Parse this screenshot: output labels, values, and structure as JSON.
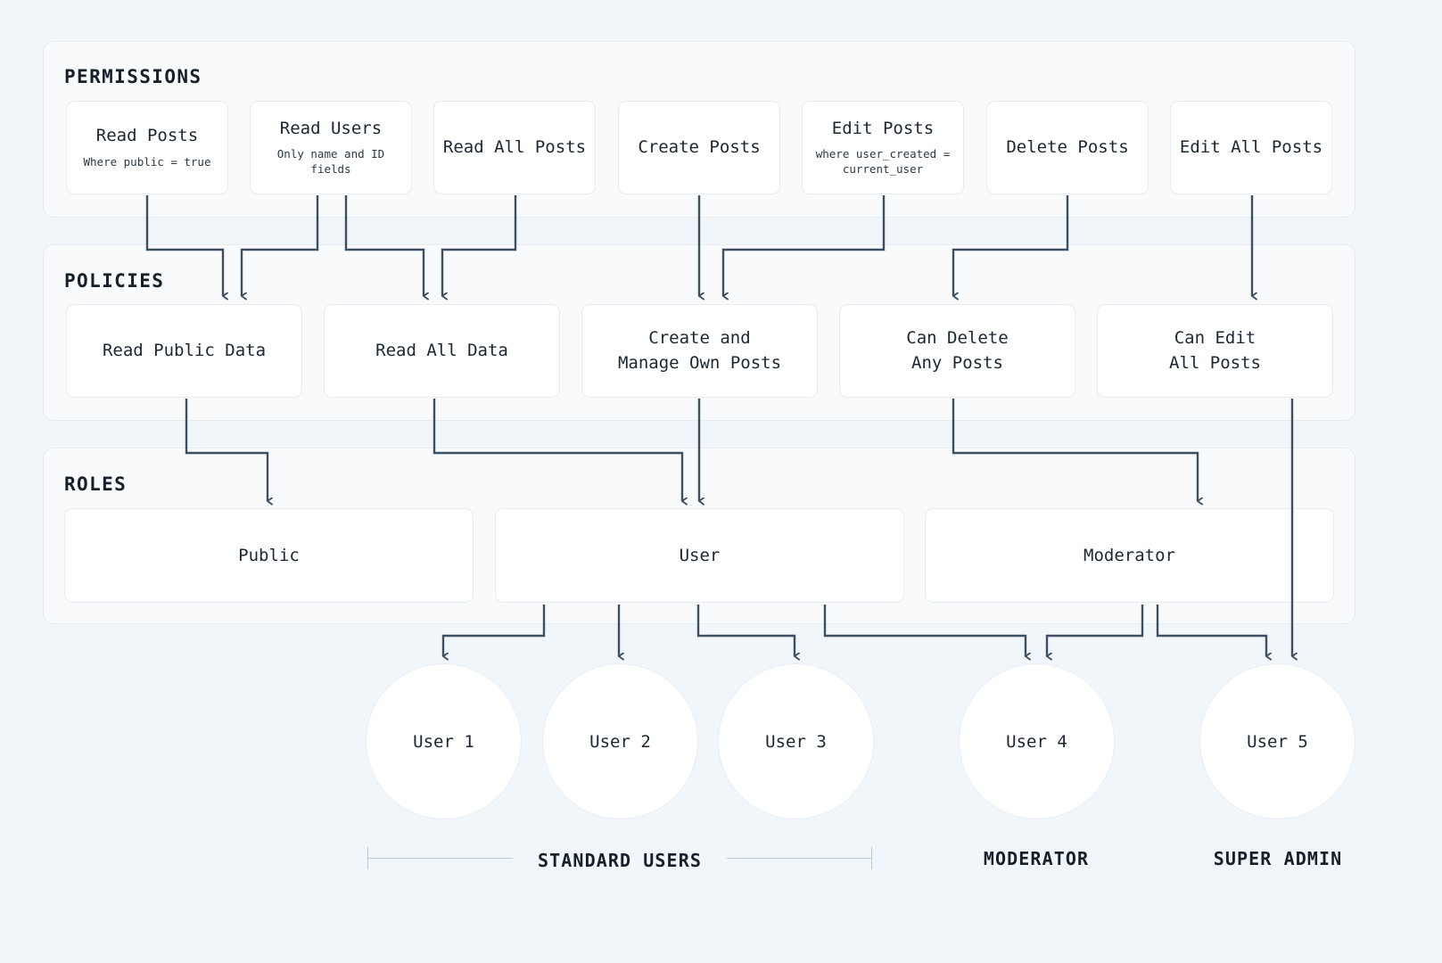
{
  "page": {
    "background": "#f1f6fa",
    "section_bg": "#f8fafc",
    "card_bg": "#ffffff",
    "line_color": "#3d4f62",
    "text_color": "#1b2733"
  },
  "sections": [
    {
      "id": "permissions",
      "title": "PERMISSIONS"
    },
    {
      "id": "policies",
      "title": "POLICIES"
    },
    {
      "id": "roles",
      "title": "ROLES"
    }
  ],
  "permissions": [
    {
      "title": "Read Posts",
      "subtitle": "Where public = true"
    },
    {
      "title": "Read Users",
      "subtitle": "Only name and ID fields"
    },
    {
      "title": "Read All Posts",
      "subtitle": ""
    },
    {
      "title": "Create Posts",
      "subtitle": ""
    },
    {
      "title": "Edit Posts",
      "subtitle": "where user_created =\ncurrent_user"
    },
    {
      "title": "Delete Posts",
      "subtitle": ""
    },
    {
      "title": "Edit All Posts",
      "subtitle": ""
    }
  ],
  "policies": [
    {
      "title": "Read Public Data"
    },
    {
      "title": "Read All Data"
    },
    {
      "title": "Create and\nManage Own Posts"
    },
    {
      "title": "Can Delete\nAny Posts"
    },
    {
      "title": "Can Edit\nAll Posts"
    }
  ],
  "roles": [
    {
      "title": "Public"
    },
    {
      "title": "User"
    },
    {
      "title": "Moderator"
    }
  ],
  "users": [
    {
      "label": "User 1"
    },
    {
      "label": "User 2"
    },
    {
      "label": "User 3"
    },
    {
      "label": "User 4"
    },
    {
      "label": "User 5"
    }
  ],
  "group_labels": [
    {
      "text": "STANDARD USERS"
    },
    {
      "text": "MODERATOR"
    },
    {
      "text": "SUPER ADMIN"
    }
  ]
}
